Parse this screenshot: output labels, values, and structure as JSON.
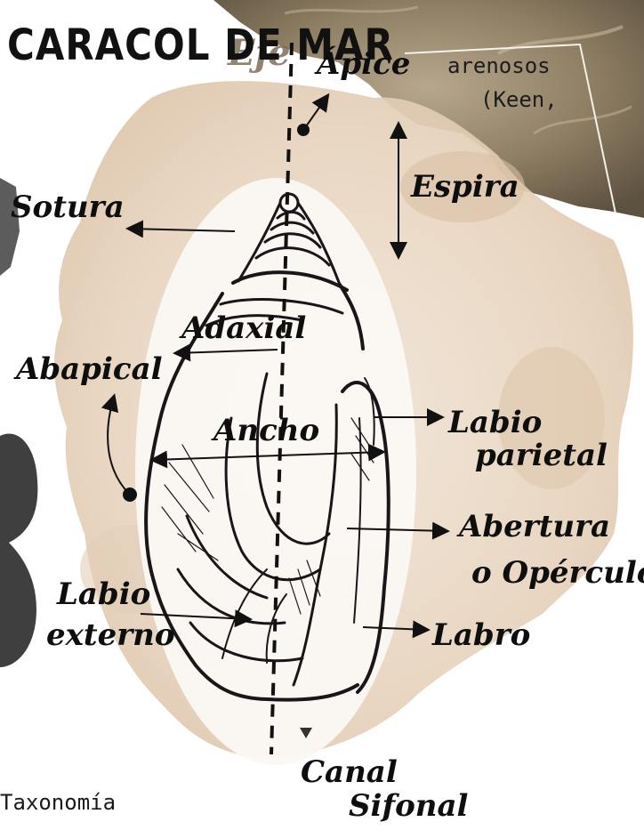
{
  "title": "CARACOL DE MAR",
  "background_text": [
    "arenosos",
    "(Keen,"
  ],
  "footer": "Taxonomía",
  "labels": {
    "eje": "Eje",
    "apice": "Ápice",
    "espira": "Espira",
    "sotura": "Sotura",
    "adaxial": "Adaxial",
    "abapical": "Abapical",
    "ancho": "Ancho",
    "labio_parietal_1": "Labio",
    "labio_parietal_2": "parietal",
    "abertura_1": "Abertura",
    "abertura_2": "o Opérculo",
    "labio_externo_1": "Labio",
    "labio_externo_2": "externo",
    "labro": "Labro",
    "canal_1": "Canal",
    "canal_2": "Sifonal"
  },
  "colors": {
    "stain": "#e8d7c4",
    "stain_dark": "#d9bfa3",
    "sand": "#8a7a62",
    "ink": "#161112"
  }
}
